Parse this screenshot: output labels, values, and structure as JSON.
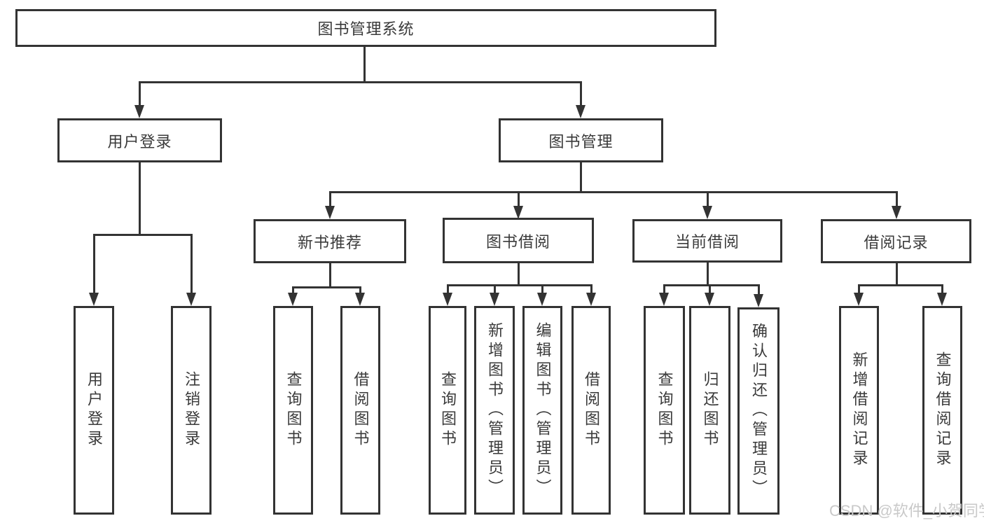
{
  "diagram_title": "图书管理系统",
  "tree": {
    "label": "图书管理系统",
    "children": [
      {
        "label": "用户登录",
        "children": [
          {
            "label": "用户登录"
          },
          {
            "label": "注销登录"
          }
        ]
      },
      {
        "label": "图书管理",
        "children": [
          {
            "label": "新书推荐",
            "children": [
              {
                "label": "查询图书"
              },
              {
                "label": "借阅图书"
              }
            ]
          },
          {
            "label": "图书借阅",
            "children": [
              {
                "label": "查询图书"
              },
              {
                "label": "新增图书（管理员）"
              },
              {
                "label": "编辑图书（管理员）"
              },
              {
                "label": "借阅图书"
              }
            ]
          },
          {
            "label": "当前借阅",
            "children": [
              {
                "label": "查询图书"
              },
              {
                "label": "归还图书"
              },
              {
                "label": "确认归还（管理员）"
              }
            ]
          },
          {
            "label": "借阅记录",
            "children": [
              {
                "label": "新增借阅记录"
              },
              {
                "label": "查询借阅记录"
              }
            ]
          }
        ]
      }
    ]
  },
  "watermark": "CSDN @软件_小贺同学",
  "colors": {
    "line": "#333333",
    "text": "#3a3a3a",
    "background": "#ffffff",
    "watermark": "#c9c9c9"
  }
}
